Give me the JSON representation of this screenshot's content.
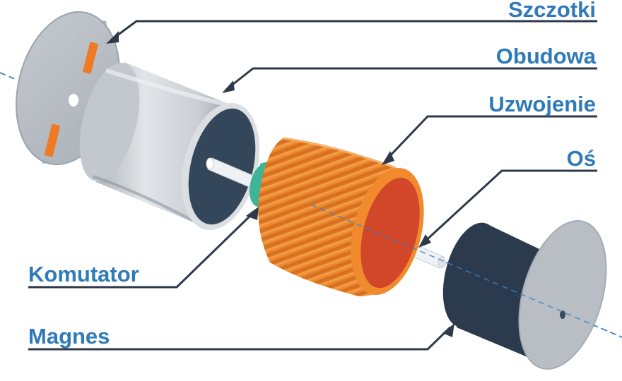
{
  "labels": {
    "szczotki": "Szczotki",
    "obudowa": "Obudowa",
    "uzwojenie": "Uzwojenie",
    "os": "Oś",
    "komutator": "Komutator",
    "magnes": "Magnes"
  },
  "colors": {
    "label_text": "#2f7ab8",
    "leader_line": "#2e3a49",
    "axis_dash": "#3a85c6",
    "housing_light": "#d3d7dc",
    "housing_dark": "#9ea6ae",
    "housing_interior": "#34465a",
    "coil_orange": "#f08a2c",
    "coil_red": "#d2462a",
    "brush_orange": "#ee7a23",
    "commutator_teal": "#3fb497",
    "magnet_navy": "#2b3a4c"
  }
}
